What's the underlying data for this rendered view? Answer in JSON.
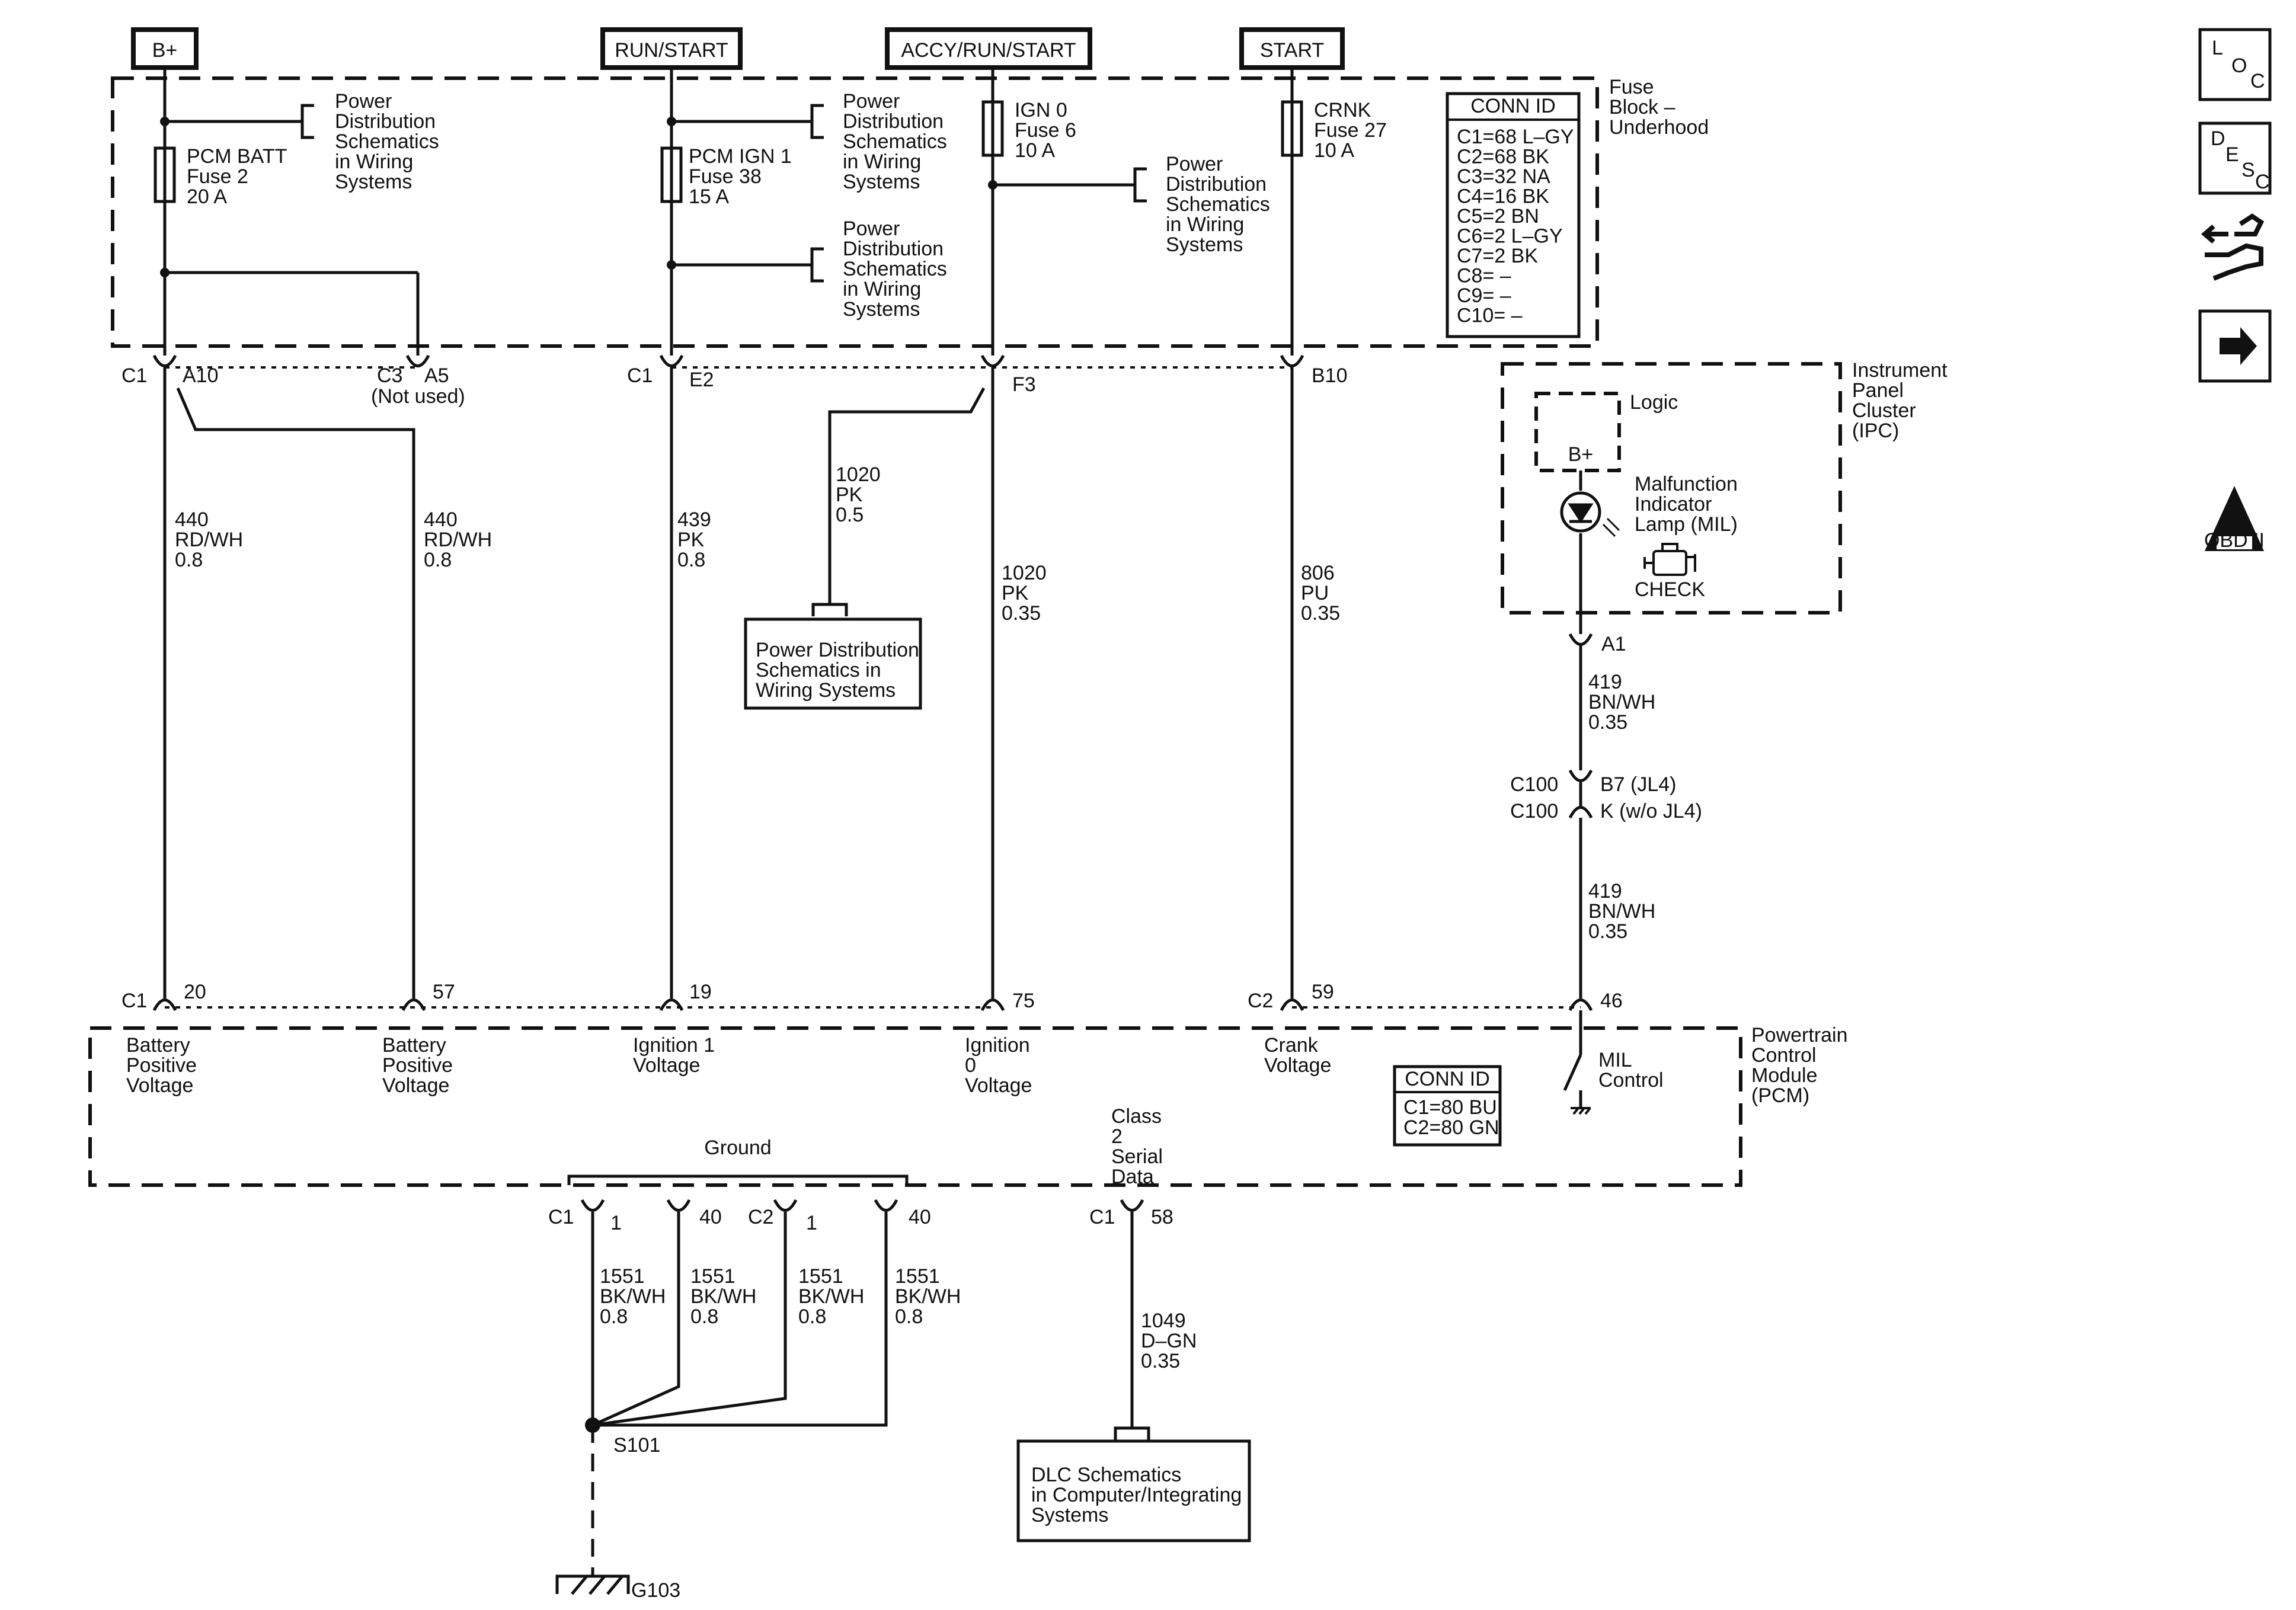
{
  "supplies": {
    "bplus": "B+",
    "run_start": "RUN/START",
    "accy_run_start": "ACCY/RUN/START",
    "start": "START"
  },
  "fuse_block": {
    "title": [
      "Fuse",
      "Block –",
      "Underhood"
    ],
    "fuses": {
      "pcm_batt": [
        "PCM  BATT",
        "Fuse 2",
        "20 A"
      ],
      "pcm_ign1": [
        "PCM IGN 1",
        "Fuse 38",
        "15 A"
      ],
      "ign0": [
        "IGN 0",
        "Fuse 6",
        "10 A"
      ],
      "crnk": [
        "CRNK",
        "Fuse 27",
        "10 A"
      ]
    },
    "pds_ref": [
      "Power",
      "Distribution",
      "Schematics",
      "in Wiring",
      "Systems"
    ],
    "conn_id": {
      "title": "CONN ID",
      "rows": [
        "C1=68 L–GY",
        "C2=68 BK",
        "C3=32 NA",
        "C4=16 BK",
        "C5=2 BN",
        "C6=2 L–GY",
        "C7=2 BK",
        "C8= –",
        "C9= –",
        "C10= –"
      ]
    }
  },
  "fuse_pins": {
    "c1": "C1",
    "a10": "A10",
    "c3": "C3",
    "a5": "A5",
    "not_used": "(Not used)",
    "c1_e": "C1",
    "e2": "E2",
    "f3": "F3",
    "b10": "B10"
  },
  "wires": {
    "w440a": [
      "440",
      "RD/WH",
      "0.8"
    ],
    "w440b": [
      "440",
      "RD/WH",
      "0.8"
    ],
    "w439": [
      "439",
      "PK",
      "0.8"
    ],
    "w1020a": [
      "1020",
      "PK",
      "0.5"
    ],
    "w1020b": [
      "1020",
      "PK",
      "0.35"
    ],
    "w806": [
      "806",
      "PU",
      "0.35"
    ],
    "w419a": [
      "419",
      "BN/WH",
      "0.35"
    ],
    "w419b": [
      "419",
      "BN/WH",
      "0.35"
    ],
    "w1551": [
      "1551",
      "BK/WH",
      "0.8"
    ],
    "w1049": [
      "1049",
      "D–GN",
      "0.35"
    ]
  },
  "pds_box": [
    "Power Distribution",
    "Schematics in",
    "Wiring  Systems"
  ],
  "ipc": {
    "title": [
      "Instrument",
      "Panel",
      "Cluster",
      "(IPC)"
    ],
    "logic": "Logic",
    "bplus": "B+",
    "mil": [
      "Malfunction",
      "Indicator",
      "Lamp (MIL)"
    ],
    "check": "CHECK",
    "pin_a1": "A1"
  },
  "c100": {
    "label1": "C100",
    "pin1": "B7 (JL4)",
    "label2": "C100",
    "pin2": "K (w/o JL4)"
  },
  "pcm": {
    "title": [
      "Powertrain",
      "Control",
      "Module",
      "(PCM)"
    ],
    "pins": {
      "c1": "C1",
      "p20": "20",
      "p57": "57",
      "p19": "19",
      "p75": "75",
      "c2": "C2",
      "p59": "59",
      "p46": "46"
    },
    "labels": {
      "batt1": [
        "Battery",
        "Positive",
        "Voltage"
      ],
      "batt2": [
        "Battery",
        "Positive",
        "Voltage"
      ],
      "ign1": [
        "Ignition 1",
        "Voltage"
      ],
      "ign0": [
        "Ignition",
        "0",
        "Voltage"
      ],
      "crank": [
        "Crank",
        "Voltage"
      ],
      "mil": [
        "MIL",
        "Control"
      ],
      "class2": [
        "Class",
        "2",
        "Serial",
        "Data"
      ],
      "ground": "Ground"
    },
    "conn_id": {
      "title": "CONN ID",
      "rows": [
        "C1=80 BU",
        "C2=80 GN"
      ]
    },
    "ground_pins": {
      "c1": "C1",
      "p1a": "1",
      "p40a": "40",
      "c2": "C2",
      "p1b": "1",
      "p40b": "40",
      "c1_58": "C1",
      "p58": "58"
    }
  },
  "splice": "S101",
  "ground": "G103",
  "dlc_box": [
    "DLC Schematics",
    "in Computer/Integrating",
    "Systems"
  ],
  "side_icons": {
    "loc": [
      "L",
      "O",
      "C"
    ],
    "desc": [
      "D",
      "E",
      "S",
      "C"
    ],
    "obd": "OBD II",
    "obd_roman": "II"
  },
  "icons": [
    "loc-icon",
    "desc-icon",
    "connector-end-view-icon",
    "next-arrow-icon",
    "obd-ii-icon",
    "engine-check-icon",
    "lamp-icon",
    "ground-icon"
  ]
}
